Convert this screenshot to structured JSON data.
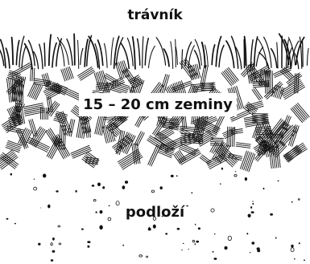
{
  "labels": {
    "grass": "trávník",
    "soil_depth": "15 – 20 cm zeminy",
    "subsoil": "podloží"
  },
  "colors": {
    "ink": "#111111",
    "background": "#ffffff"
  }
}
